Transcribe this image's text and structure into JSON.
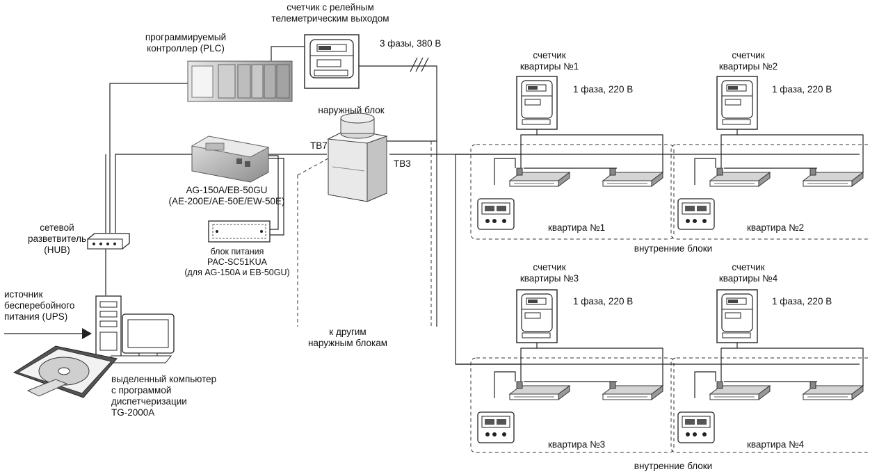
{
  "labels": {
    "relay_meter": [
      "счетчик с релейным",
      "телеметрическим выходом"
    ],
    "plc": [
      "программируемый",
      "контроллер (PLC)"
    ],
    "three_phase": "3 фазы, 380 В",
    "outdoor_unit": "наружный блок",
    "tb7": "TB7",
    "tb3": "TB3",
    "ag_model": [
      "AG-150A/EB-50GU",
      "(AE-200E/AE-50E/EW-50E)"
    ],
    "power_supply": [
      "блок питания",
      "PAC-SC51KUA",
      "(для AG-150A и EB-50GU)"
    ],
    "hub": [
      "сетевой",
      "разветвитель",
      "(HUB)"
    ],
    "ups": [
      "источник",
      "бесперебойного",
      "питания (UPS)"
    ],
    "pc": [
      "выделенный компьютер",
      "с программой",
      "диспетчеризации",
      "TG-2000A"
    ],
    "other_outdoor": [
      "к другим",
      "наружным блокам"
    ],
    "indoor_units": "внутренние блоки",
    "apartments": [
      {
        "meter": [
          "счетчик",
          "квартиры №1"
        ],
        "phase": "1 фаза, 220 В",
        "name": "квартира №1"
      },
      {
        "meter": [
          "счетчик",
          "квартиры №2"
        ],
        "phase": "1 фаза, 220 В",
        "name": "квартира №2"
      },
      {
        "meter": [
          "счетчик",
          "квартиры №3"
        ],
        "phase": "1 фаза, 220 В",
        "name": "квартира №3"
      },
      {
        "meter": [
          "счетчик",
          "квартиры №4"
        ],
        "phase": "1 фаза, 220 В",
        "name": "квартира №4"
      }
    ]
  },
  "colors": {
    "line": "#222222",
    "device_fill": "#d9d9d9",
    "dashed": "#333333"
  }
}
